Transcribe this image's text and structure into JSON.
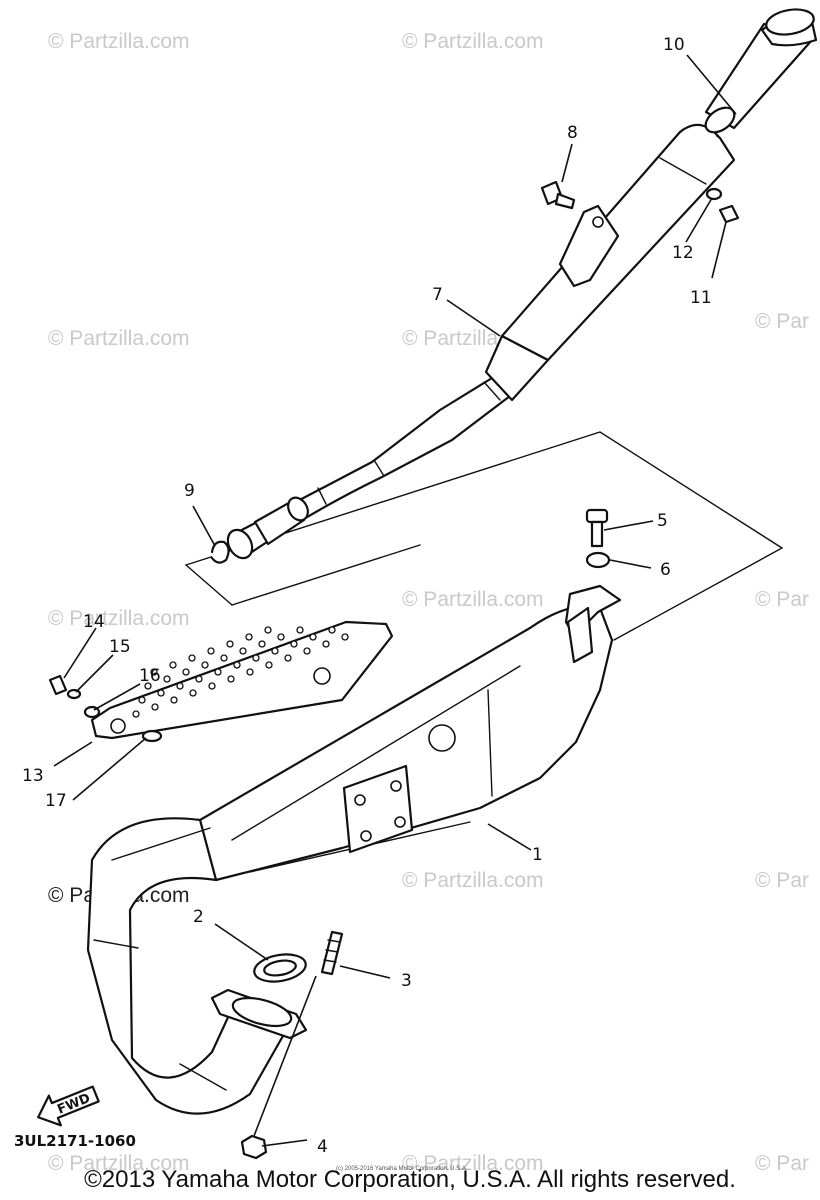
{
  "watermark_text": "© Partzilla.com",
  "watermark_text_partial": "© Par",
  "diagram_code": "3UL2171-1060",
  "forward_label": "FWD",
  "copyright": "©2013 Yamaha Motor Corporation, U.S.A. All rights reserved.",
  "fine_print": "(c) 2005-2016 Yamaha Motor Corporation, U.S.A.",
  "callouts": [
    "1",
    "2",
    "3",
    "4",
    "5",
    "6",
    "7",
    "8",
    "9",
    "10",
    "11",
    "12",
    "13",
    "14",
    "15",
    "16",
    "17"
  ]
}
